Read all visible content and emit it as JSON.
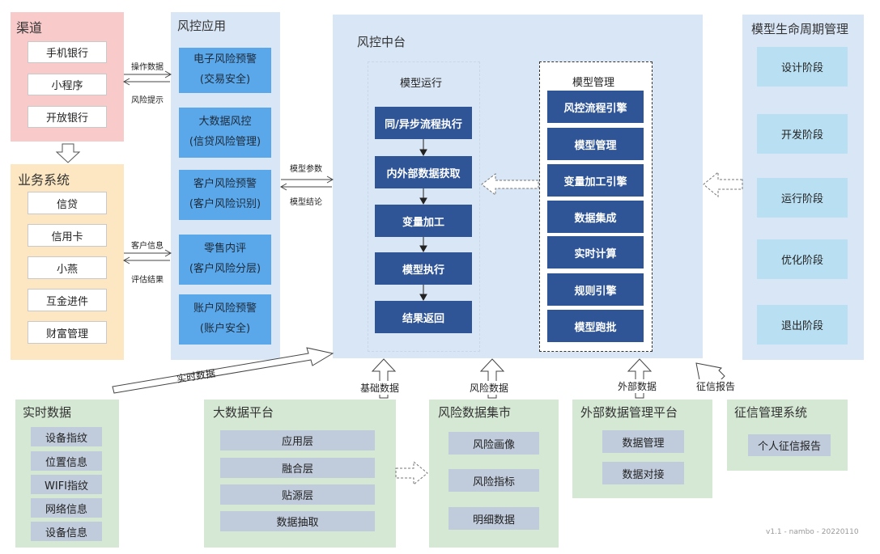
{
  "channels": {
    "title": "渠道",
    "items": [
      "手机银行",
      "小程序",
      "开放银行"
    ]
  },
  "business": {
    "title": "业务系统",
    "items": [
      "信贷",
      "信用卡",
      "小燕",
      "互金进件",
      "财富管理"
    ]
  },
  "risk_app": {
    "title": "风控应用",
    "items": [
      {
        "line1": "电子风险预警",
        "line2": "(交易安全)"
      },
      {
        "line1": "大数据风控",
        "line2": "(信贷风险管理)"
      },
      {
        "line1": "客户风险预警",
        "line2": "(客户风险识别)"
      },
      {
        "line1": "零售内评",
        "line2": "(客户风险分层)"
      },
      {
        "line1": "账户风险预警",
        "line2": "(账户安全)"
      }
    ]
  },
  "center": {
    "title": "风控中台",
    "model_run": {
      "title": "模型运行",
      "steps": [
        "同/异步流程执行",
        "内外部数据获取",
        "变量加工",
        "模型执行",
        "结果返回"
      ]
    },
    "model_mgmt": {
      "title": "模型管理",
      "items": [
        "风控流程引擎",
        "模型管理",
        "变量加工引擎",
        "数据集成",
        "实时计算",
        "规则引擎",
        "模型跑批"
      ]
    }
  },
  "lifecycle": {
    "title": "模型生命周期管理",
    "items": [
      "设计阶段",
      "开发阶段",
      "运行阶段",
      "优化阶段",
      "退出阶段"
    ]
  },
  "realtime": {
    "title": "实时数据",
    "items": [
      "设备指纹",
      "位置信息",
      "WIFI指纹",
      "网络信息",
      "设备信息"
    ]
  },
  "bigdata": {
    "title": "大数据平台",
    "items": [
      "应用层",
      "融合层",
      "贴源层",
      "数据抽取"
    ]
  },
  "riskmart": {
    "title": "风险数据集市",
    "items": [
      "风险画像",
      "风险指标",
      "明细数据"
    ]
  },
  "external": {
    "title": "外部数据管理平台",
    "items": [
      "数据管理",
      "数据对接"
    ]
  },
  "credit": {
    "title": "征信管理系统",
    "items": [
      "个人征信报告"
    ]
  },
  "labels": {
    "op_data": "操作数据",
    "risk_hint": "风险提示",
    "model_param": "模型参数",
    "model_result": "模型结论",
    "cust_info": "客户信息",
    "eval_result": "评估结果",
    "realtime_data": "实时数据",
    "base_data": "基础数据",
    "risk_data": "风险数据",
    "ext_data": "外部数据",
    "credit_report": "征信报告"
  },
  "footer": "v1.1 - nambo - 20220110"
}
